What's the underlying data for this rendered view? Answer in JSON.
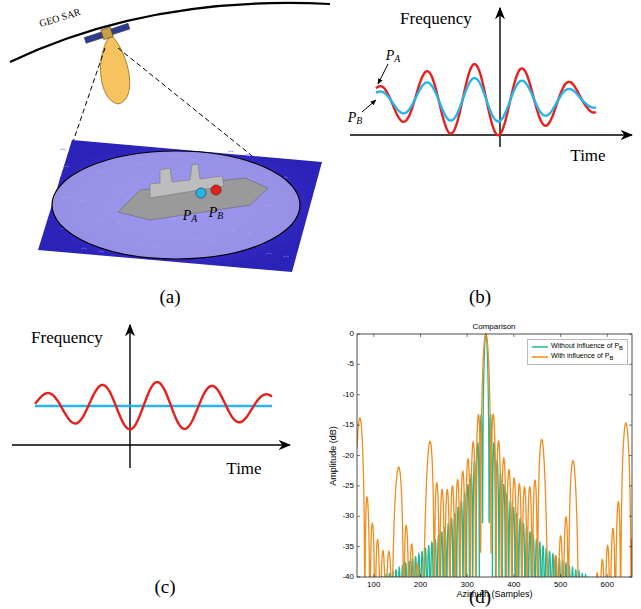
{
  "diagram": {
    "labels": [
      "GEO SAR",
      "PA",
      "PB",
      "(a)",
      "Frequency",
      "PA",
      "PB",
      "Time",
      "(b)",
      "Frequency",
      "Time",
      "(c)",
      "(d)",
      "Comparison",
      "Amplitude (dB)",
      "Azimuth (Samples)",
      "0",
      "-5",
      "-10",
      "-15",
      "-20",
      "-25",
      "-30",
      "-35",
      "-40",
      "100",
      "200",
      "300",
      "400",
      "500",
      "600"
    ],
    "legend": [
      {
        "text": "Without influence of PB"
      },
      {
        "text": "With influence of PB"
      }
    ]
  }
}
